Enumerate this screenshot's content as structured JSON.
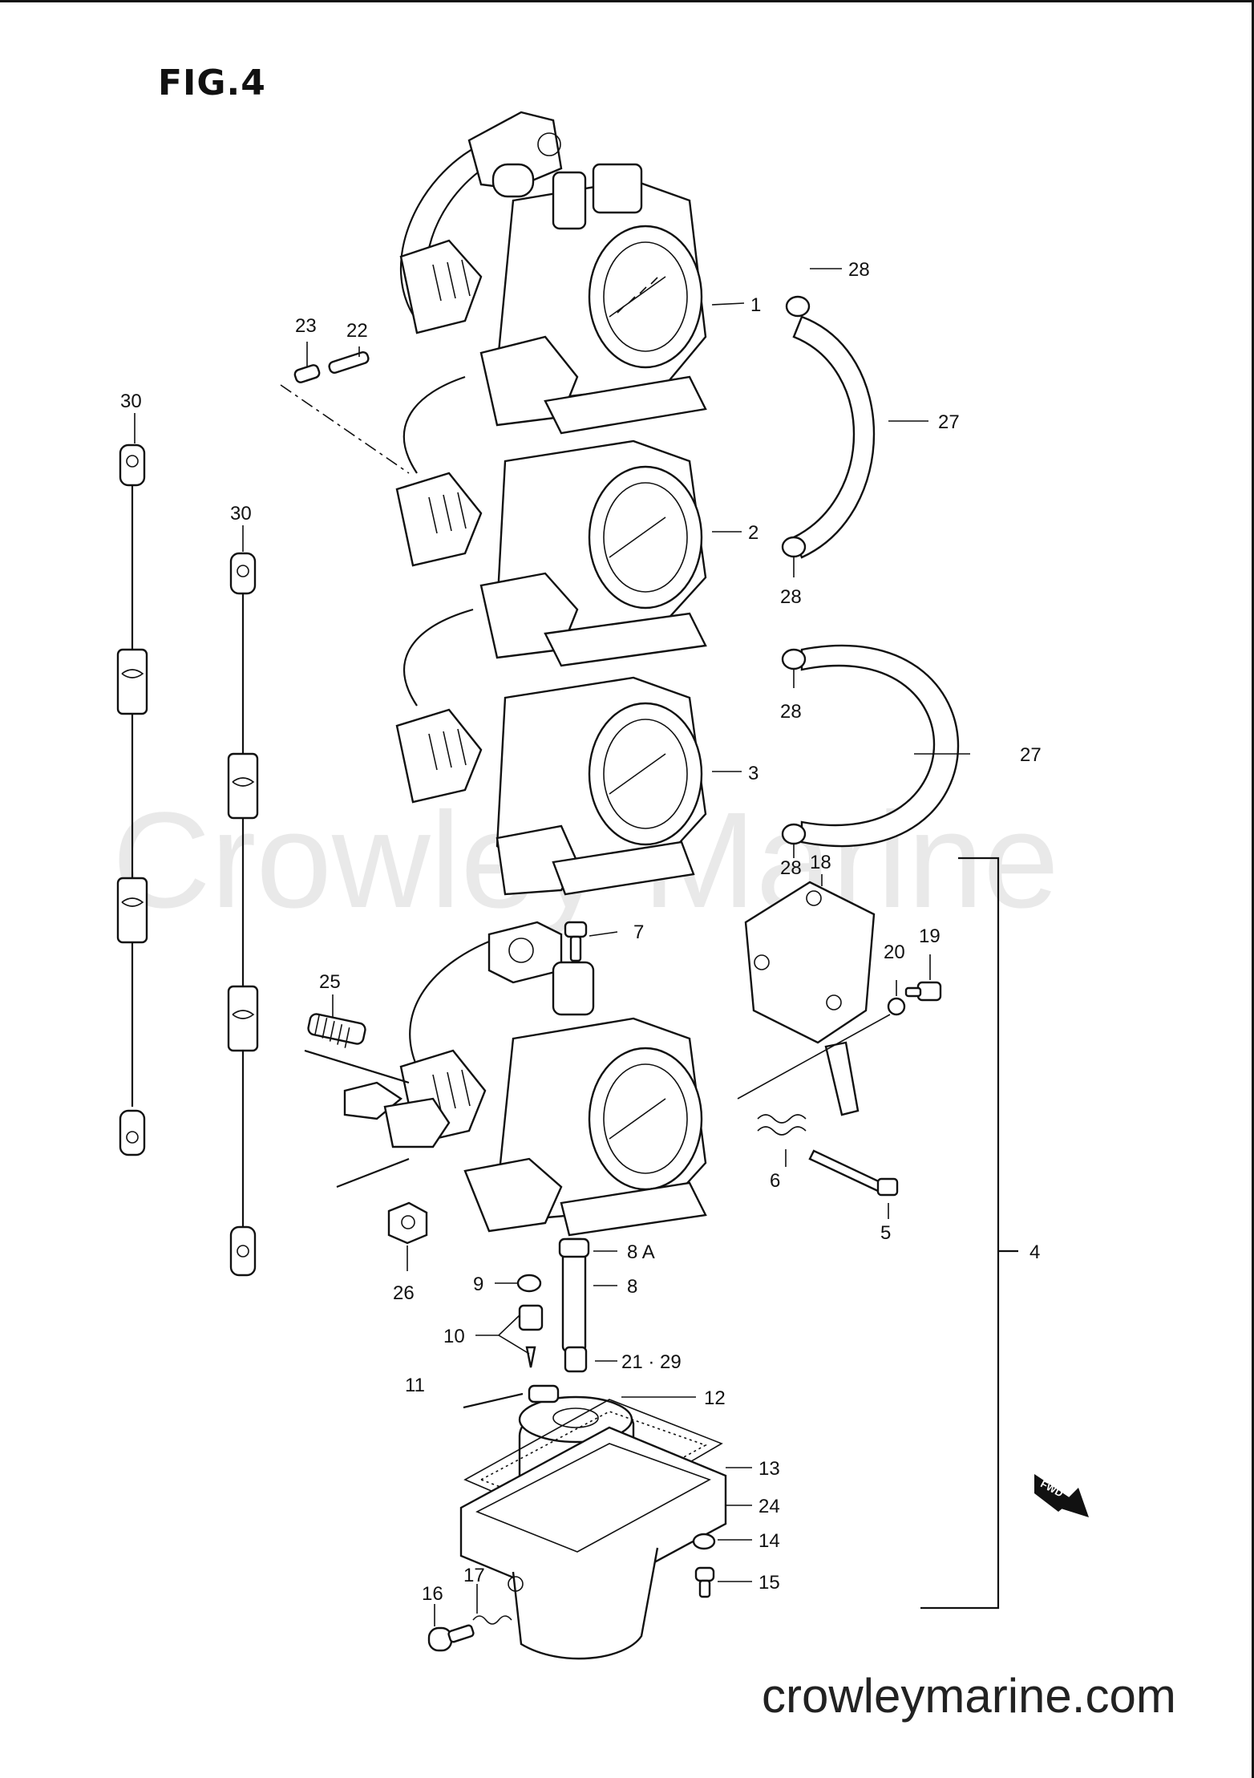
{
  "figure": {
    "title": "FIG.4"
  },
  "watermark": "Crowley Marine",
  "footer": {
    "url": "crowleymarine.com"
  },
  "fwd_badge": "FWD",
  "callouts": [
    {
      "id": "c1",
      "label": "1"
    },
    {
      "id": "c2",
      "label": "2"
    },
    {
      "id": "c3",
      "label": "3"
    },
    {
      "id": "c4",
      "label": "4"
    },
    {
      "id": "c5",
      "label": "5"
    },
    {
      "id": "c6",
      "label": "6"
    },
    {
      "id": "c7",
      "label": "7"
    },
    {
      "id": "c8a",
      "label": "8 A"
    },
    {
      "id": "c8",
      "label": "8"
    },
    {
      "id": "c9",
      "label": "9"
    },
    {
      "id": "c10",
      "label": "10"
    },
    {
      "id": "c11",
      "label": "11"
    },
    {
      "id": "c12",
      "label": "12"
    },
    {
      "id": "c13",
      "label": "13"
    },
    {
      "id": "c14",
      "label": "14"
    },
    {
      "id": "c15",
      "label": "15"
    },
    {
      "id": "c16",
      "label": "16"
    },
    {
      "id": "c17",
      "label": "17"
    },
    {
      "id": "c18",
      "label": "18"
    },
    {
      "id": "c19",
      "label": "19"
    },
    {
      "id": "c20",
      "label": "20"
    },
    {
      "id": "c21",
      "label": "21 · 29"
    },
    {
      "id": "c22",
      "label": "22"
    },
    {
      "id": "c23",
      "label": "23"
    },
    {
      "id": "c24",
      "label": "24"
    },
    {
      "id": "c25",
      "label": "25"
    },
    {
      "id": "c26",
      "label": "26"
    },
    {
      "id": "c27a",
      "label": "27"
    },
    {
      "id": "c27b",
      "label": "27"
    },
    {
      "id": "c28a",
      "label": "28"
    },
    {
      "id": "c28b",
      "label": "28"
    },
    {
      "id": "c28c",
      "label": "28"
    },
    {
      "id": "c28d",
      "label": "28"
    },
    {
      "id": "c30a",
      "label": "30"
    },
    {
      "id": "c30b",
      "label": "30"
    }
  ]
}
